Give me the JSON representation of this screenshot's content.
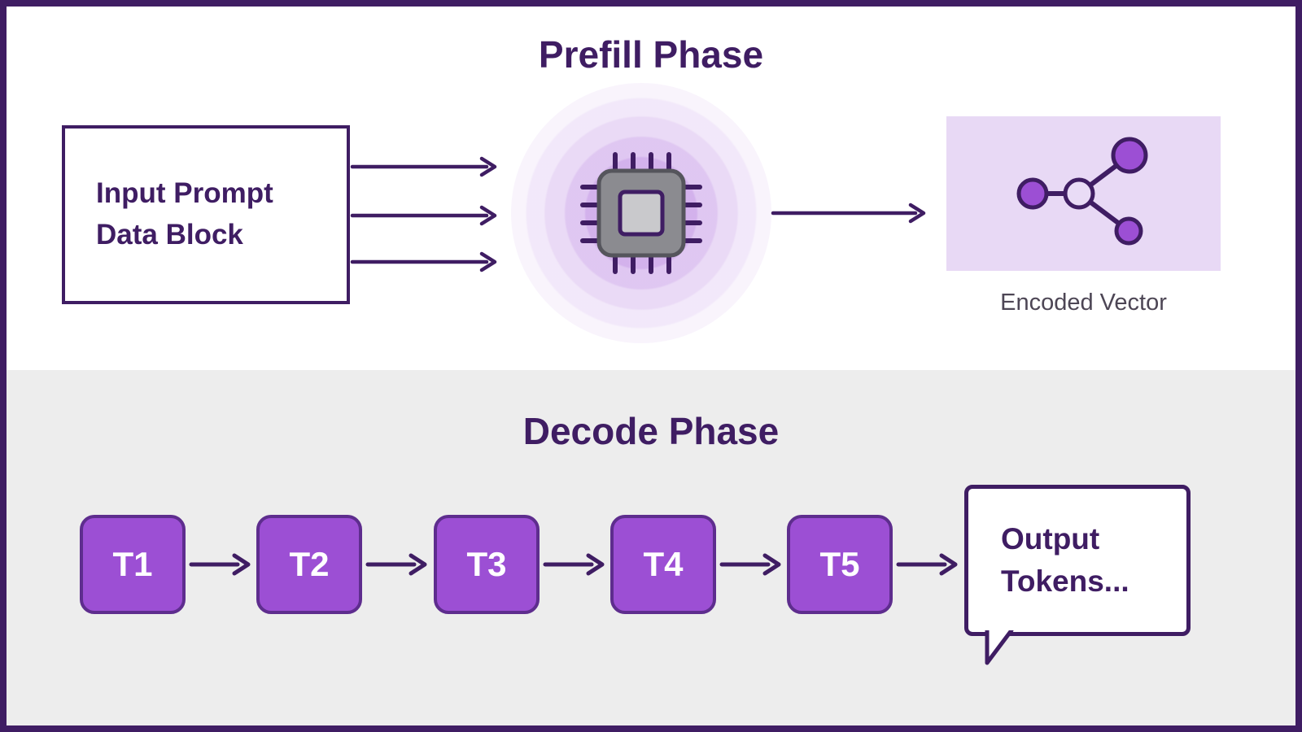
{
  "diagram": {
    "kind": "llm-inference-phases-diagram",
    "colors": {
      "dark_purple": "#3f1d63",
      "token_fill": "#9c4fd4",
      "token_border": "#5e2d8e",
      "light_purple_panel": "#e8d9f5",
      "decode_section_bg": "#ededed",
      "glow_purple": "#9646d2",
      "chip_body_gray": "#8b8b90",
      "chip_inner_gray": "#c9c9cc",
      "caption_gray": "#4d4655"
    },
    "icons": {
      "chip": "cpu-chip-icon",
      "vector": "network-graph-icon",
      "arrows": "flow-arrow-icon",
      "output": "speech-bubble"
    }
  },
  "prefill": {
    "title": "Prefill Phase",
    "input_block_label": "Input Prompt\nData Block",
    "encoded_vector_caption": "Encoded Vector"
  },
  "decode": {
    "title": "Decode Phase",
    "tokens": [
      "T1",
      "T2",
      "T3",
      "T4",
      "T5"
    ],
    "output_label": "Output\nTokens..."
  }
}
